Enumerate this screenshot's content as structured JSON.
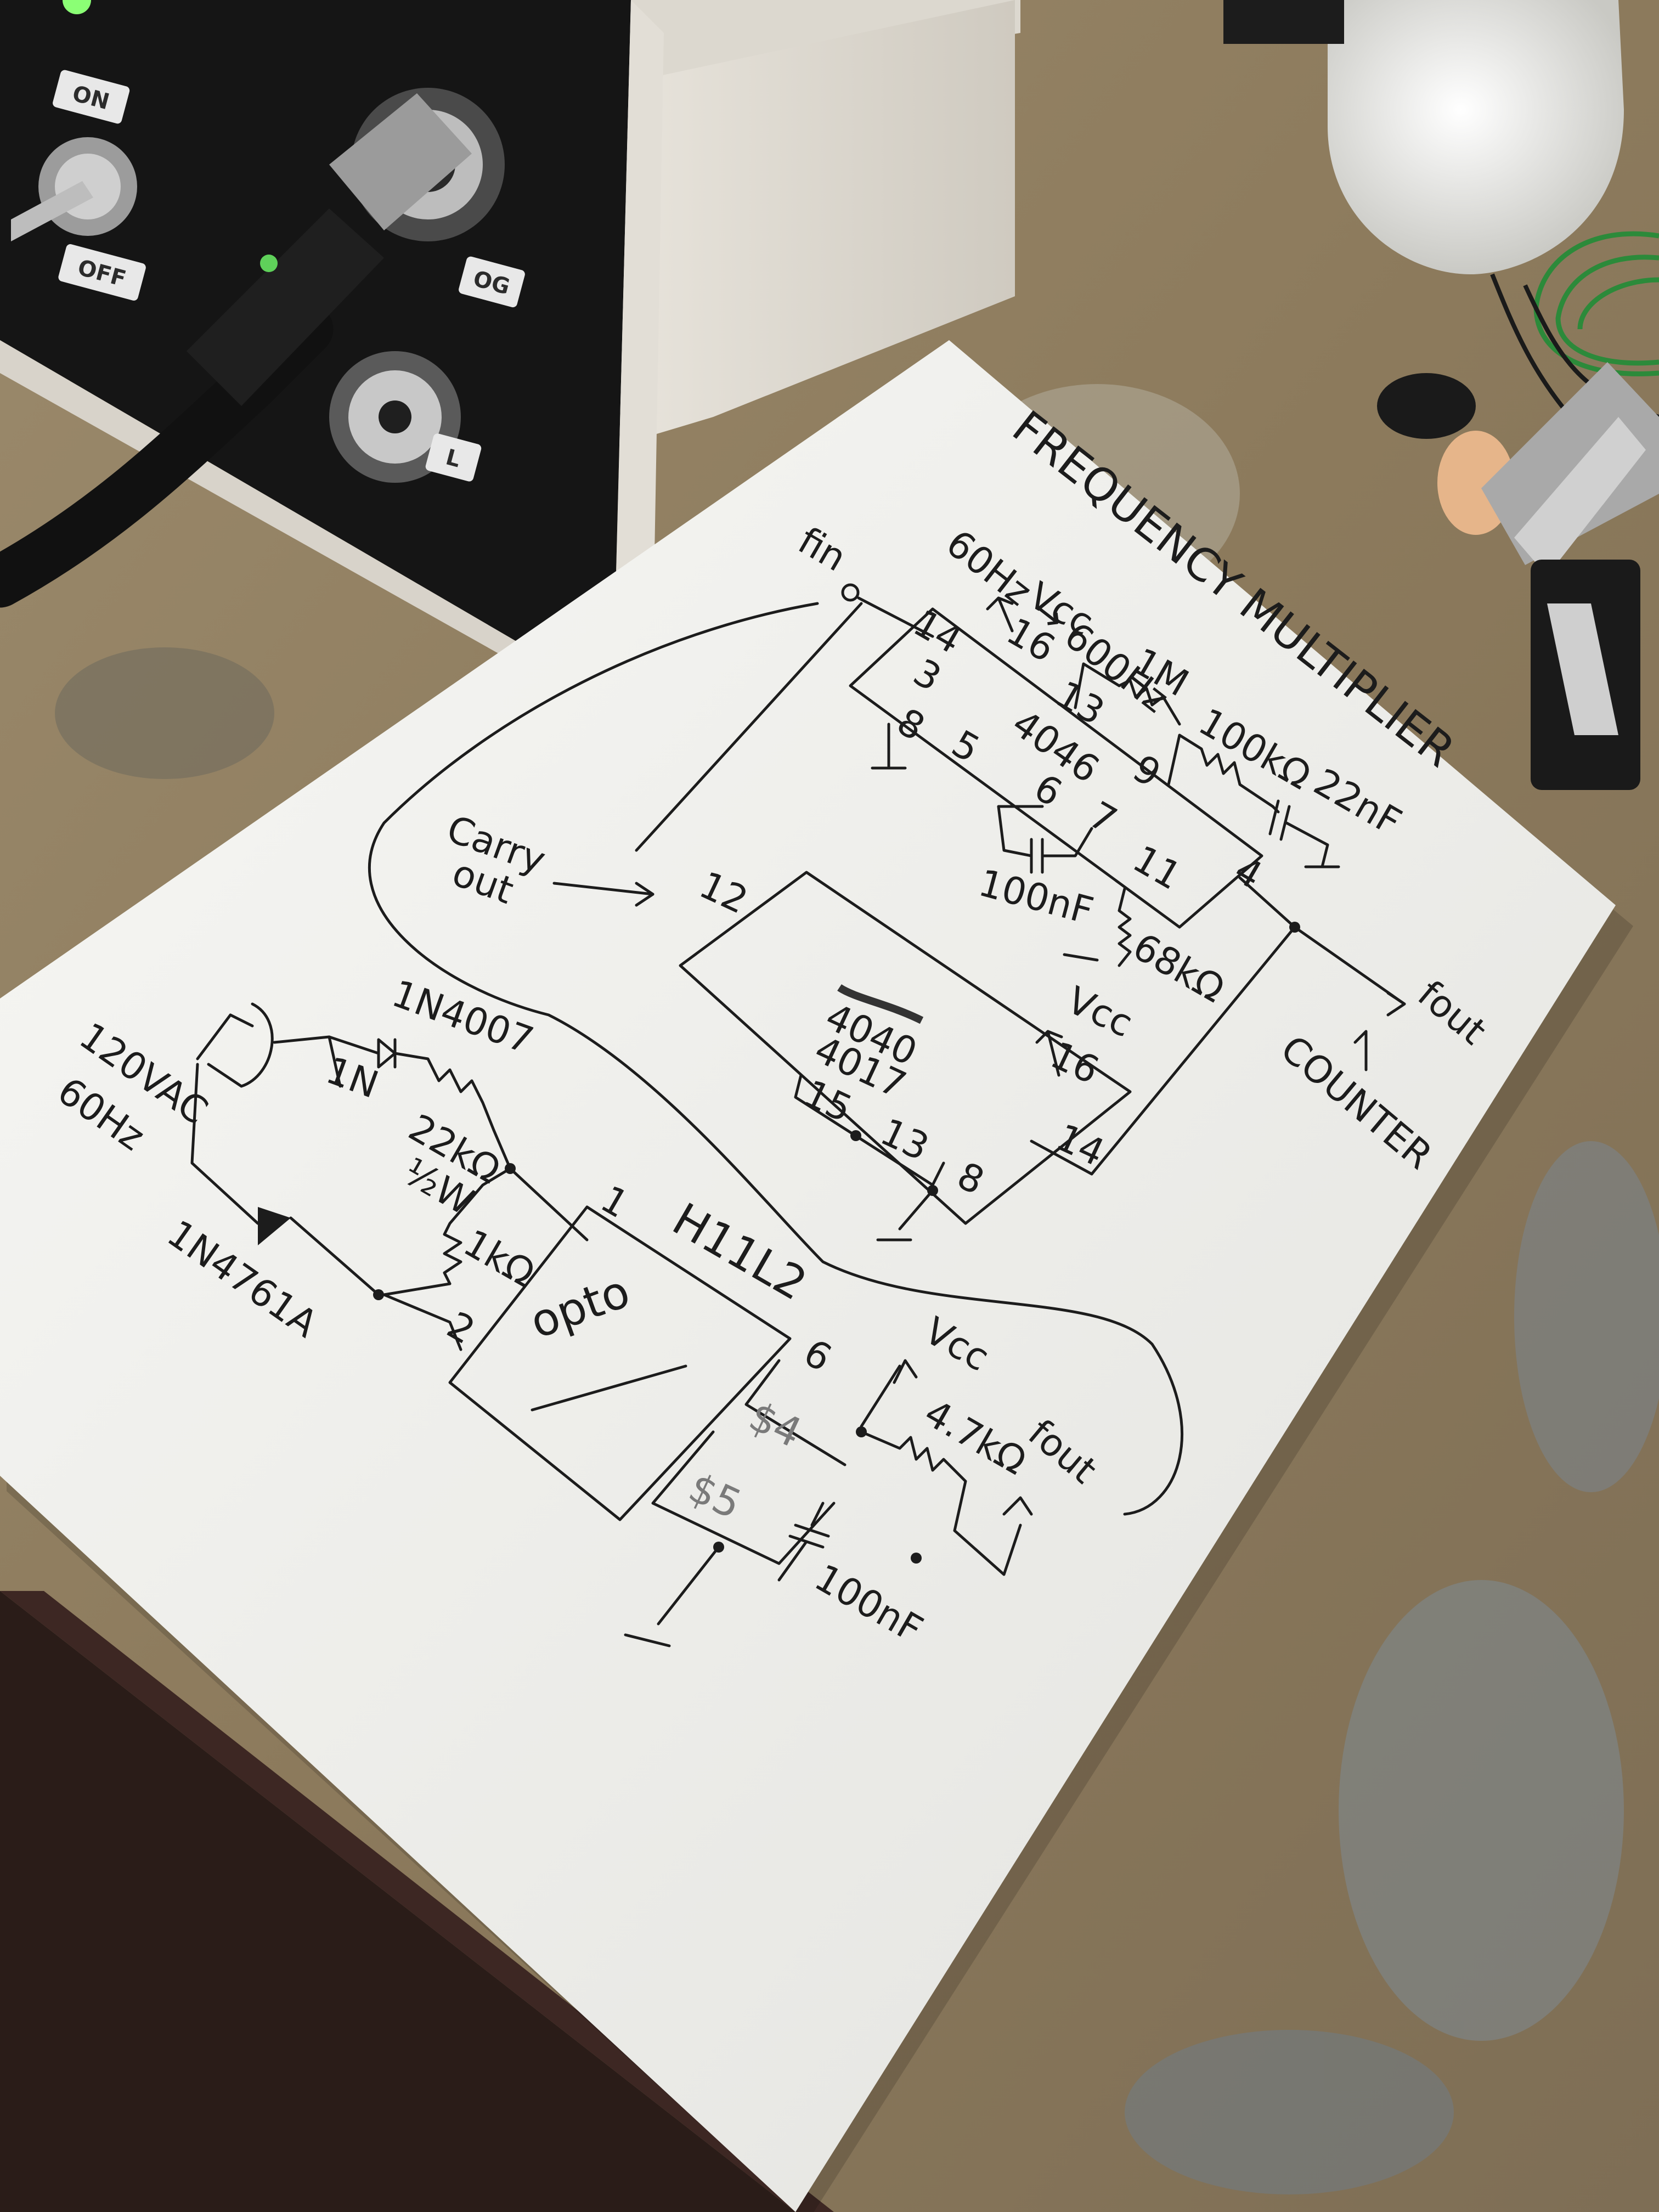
{
  "device": {
    "switch_on_label": "ON",
    "switch_off_label": "OFF",
    "connector_label_top": "OG",
    "connector_label_bottom": "L"
  },
  "sketch": {
    "title_line1": "FREQUENCY MULTIPLIER",
    "title_line2": "60Hz → 600Hz",
    "upper_section": {
      "input_label": "fin",
      "chip_4046": {
        "label": "4046",
        "pins": [
          "14",
          "16",
          "3",
          "8",
          "5",
          "6",
          "7",
          "13",
          "9",
          "11",
          "4"
        ]
      },
      "vcc_4046": "Vcc",
      "resistor_1m": "1M",
      "resistor_100k": "100kΩ",
      "capacitor_22n": "22nF",
      "capacitor_100n": "100nF",
      "resistor_68k": "68kΩ",
      "carry_out_line1": "Carry",
      "carry_out_line2": "out",
      "chip_4017": {
        "label": "4017",
        "label_crossed": "4040",
        "pins": [
          "12",
          "15",
          "13",
          "8",
          "16",
          "14"
        ]
      },
      "vcc_4017": "Vcc",
      "fout_label": "fout",
      "counter_label": "COUNTER"
    },
    "lower_section": {
      "mains_line1": "120VAC",
      "mains_line2": "60Hz",
      "diode_1n4007": "1N4007",
      "diode_short": "1N",
      "resistor_22k": "22kΩ",
      "resistor_watt": "½W",
      "zener_label": "1N4761A",
      "resistor_1k": "1kΩ",
      "opto_part": "H11L2",
      "opto_label": "opto",
      "opto_pins": [
        "1",
        "2",
        "6",
        "4",
        "5"
      ],
      "opto_pin_4_marked": "$4",
      "opto_pin_5_marked": "$5",
      "vcc_opto": "Vcc",
      "resistor_4k7": "4.7kΩ",
      "capacitor_100n": "100nF",
      "fout_label": "fout"
    }
  }
}
